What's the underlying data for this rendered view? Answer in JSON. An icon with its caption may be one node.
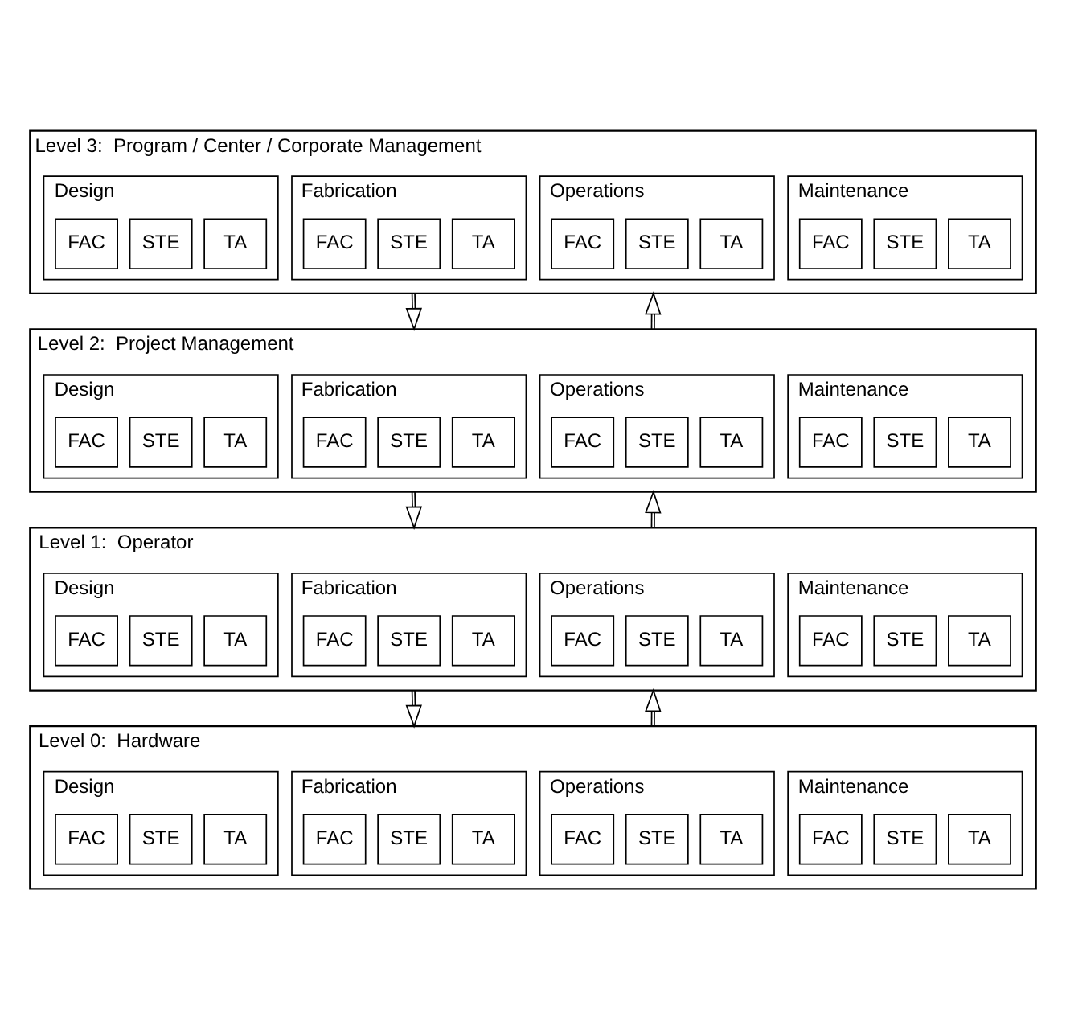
{
  "diagram": {
    "nodes": [
      {
        "text": [
          "Level 3:  Program / Center / Corporate Management"
        ]
      },
      {
        "text": [
          "Design"
        ],
        "in": 0
      },
      {
        "text": [
          "FAC"
        ],
        "in": 1
      },
      {
        "text": [
          "STE"
        ],
        "in": 1
      },
      {
        "text": [
          "TA"
        ],
        "in": 1
      },
      {
        "text": [
          "Fabrication"
        ],
        "in": 0
      },
      {
        "text": [
          "FAC"
        ],
        "in": 5
      },
      {
        "text": [
          "STE"
        ],
        "in": 5
      },
      {
        "text": [
          "TA"
        ],
        "in": 5
      },
      {
        "text": [
          "Operations"
        ],
        "in": 0
      },
      {
        "text": [
          "FAC"
        ],
        "in": 9
      },
      {
        "text": [
          "STE"
        ],
        "in": 9
      },
      {
        "text": [
          "TA"
        ],
        "in": 9
      },
      {
        "text": [
          "Maintenance"
        ],
        "in": 0
      },
      {
        "text": [
          "FAC"
        ],
        "in": 13
      },
      {
        "text": [
          "STE"
        ],
        "in": 13
      },
      {
        "text": [
          "TA"
        ],
        "in": 13
      },
      {
        "text": [
          "Level 2:  Project Management"
        ]
      },
      {
        "text": [
          "Design"
        ],
        "in": 17
      },
      {
        "text": [
          "FAC"
        ],
        "in": 18
      },
      {
        "text": [
          "STE"
        ],
        "in": 18
      },
      {
        "text": [
          "TA"
        ],
        "in": 18
      },
      {
        "text": [
          "Fabrication"
        ],
        "in": 17
      },
      {
        "text": [
          "FAC"
        ],
        "in": 22
      },
      {
        "text": [
          "STE"
        ],
        "in": 22
      },
      {
        "text": [
          "TA"
        ],
        "in": 22
      },
      {
        "text": [
          "Operations"
        ],
        "in": 17
      },
      {
        "text": [
          "FAC"
        ],
        "in": 26
      },
      {
        "text": [
          "STE"
        ],
        "in": 26
      },
      {
        "text": [
          "TA"
        ],
        "in": 26
      },
      {
        "text": [
          "Maintenance"
        ],
        "in": 17
      },
      {
        "text": [
          "FAC"
        ],
        "in": 30
      },
      {
        "text": [
          "STE"
        ],
        "in": 30
      },
      {
        "text": [
          "TA"
        ],
        "in": 30
      },
      {
        "text": [
          "Level 1:  Operator"
        ]
      },
      {
        "text": [
          "Design"
        ],
        "in": 34
      },
      {
        "text": [
          "FAC"
        ],
        "in": 35
      },
      {
        "text": [
          "STE"
        ],
        "in": 35
      },
      {
        "text": [
          "TA"
        ],
        "in": 35
      },
      {
        "text": [
          "Fabrication"
        ],
        "in": 34
      },
      {
        "text": [
          "FAC"
        ],
        "in": 39
      },
      {
        "text": [
          "STE"
        ],
        "in": 39
      },
      {
        "text": [
          "TA"
        ],
        "in": 39
      },
      {
        "text": [
          "Operations"
        ],
        "in": 34
      },
      {
        "text": [
          "FAC"
        ],
        "in": 43
      },
      {
        "text": [
          "STE"
        ],
        "in": 43
      },
      {
        "text": [
          "TA"
        ],
        "in": 43
      },
      {
        "text": [
          "Maintenance"
        ],
        "in": 34
      },
      {
        "text": [
          "FAC"
        ],
        "in": 47
      },
      {
        "text": [
          "STE"
        ],
        "in": 47
      },
      {
        "text": [
          "TA"
        ],
        "in": 47
      },
      {
        "text": [
          "Level 0:  Hardware"
        ]
      },
      {
        "text": [
          "Design"
        ],
        "in": 51
      },
      {
        "text": [
          "FAC"
        ],
        "in": 52
      },
      {
        "text": [
          "STE"
        ],
        "in": 52
      },
      {
        "text": [
          "TA"
        ],
        "in": 52
      },
      {
        "text": [
          "Fabrication"
        ],
        "in": 51
      },
      {
        "text": [
          "FAC"
        ],
        "in": 56
      },
      {
        "text": [
          "STE"
        ],
        "in": 56
      },
      {
        "text": [
          "TA"
        ],
        "in": 56
      },
      {
        "text": [
          "Operations"
        ],
        "in": 51
      },
      {
        "text": [
          "FAC"
        ],
        "in": 60
      },
      {
        "text": [
          "STE"
        ],
        "in": 60
      },
      {
        "text": [
          "TA"
        ],
        "in": 60
      },
      {
        "text": [
          "Maintenance"
        ],
        "in": 51
      },
      {
        "text": [
          "FAC"
        ],
        "in": 64
      },
      {
        "text": [
          "STE"
        ],
        "in": 64
      },
      {
        "text": [
          "TA"
        ],
        "in": 64
      }
    ],
    "edges": [
      {
        "from": 0,
        "to": 17,
        "arrow": "to"
      },
      {
        "from": 17,
        "to": 0,
        "arrow": "to"
      },
      {
        "from": 17,
        "to": 34,
        "arrow": "to"
      },
      {
        "from": 34,
        "to": 17,
        "arrow": "to"
      },
      {
        "from": 34,
        "to": 51,
        "arrow": "to"
      },
      {
        "from": 51,
        "to": 34,
        "arrow": "to"
      }
    ]
  }
}
